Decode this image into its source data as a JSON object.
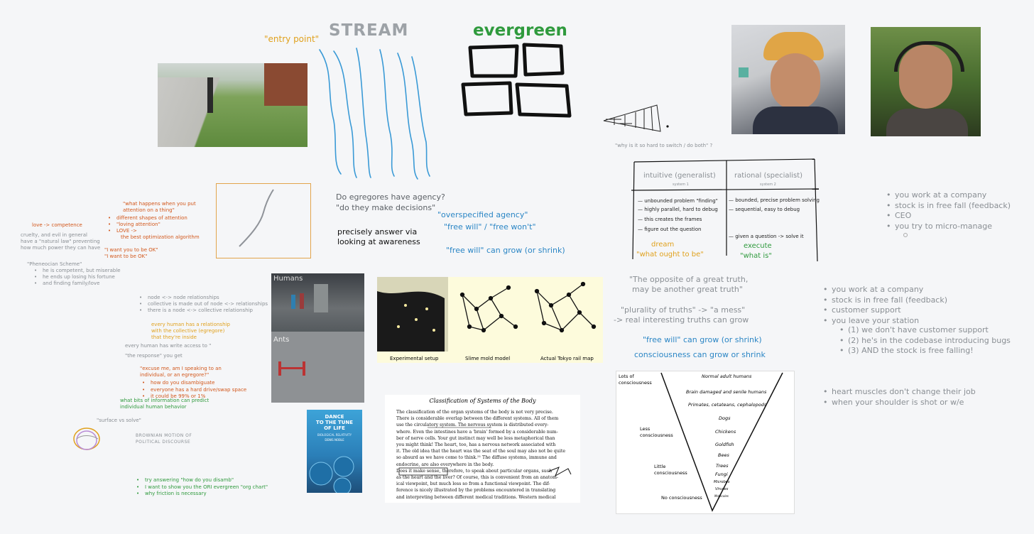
{
  "colors": {
    "background": "#f5f6f8",
    "orange": "#e0a11d",
    "dark_orange": "#d2571b",
    "green": "#2f9a3d",
    "blue": "#2b86c5",
    "grey": "#8a8f94"
  },
  "top": {
    "entry_point": "\"entry point\"",
    "stream": "STREAM",
    "evergreen": "evergreen",
    "why_switch": "\"why is it so hard to switch / do both\" ?"
  },
  "middle": {
    "egregores_q1": "Do egregores have agency?",
    "egregores_q2": "\"do they make decisions\"",
    "precisely_1": "precisely answer via",
    "precisely_2": "looking at awareness",
    "overspecified": "\"overspecified agency\"",
    "free_will": "\"free will\" / \"free won't\"",
    "free_will_grow": "\"free will\" can grow (or shrink)"
  },
  "table": {
    "col1_title": "intuitive (generalist)",
    "col1_sub": "system 1",
    "col2_title": "rational (specialist)",
    "col2_sub": "system 2",
    "col1_rows": [
      "unbounded problem \"finding\"",
      "highly parallel, hard to debug",
      "this creates the frames",
      "figure out the question"
    ],
    "col2_rows": [
      "bounded, precise problem solving",
      "sequential, easy to debug",
      "given a question -> solve it"
    ],
    "dream": "dream",
    "what_ought": "\"what ought to be\"",
    "execute": "execute",
    "what_is": "\"what is\""
  },
  "truths": {
    "line1": "\"The opposite of a great truth,",
    "line2": "may be another great truth\"",
    "plurality1": "\"plurality of truths\" -> \"a mess\"",
    "plurality2": "-> real interesting truths can grow",
    "free_will_grow": "\"free will\" can grow (or shrink)",
    "consciousness_grow": "consciousness can grow or shrink"
  },
  "right_list_1": [
    "you work at a company",
    "stock is in free fall (feedback)",
    "CEO",
    "you try to micro-manage"
  ],
  "right_list_2": [
    "you work at a company",
    "stock is in free fall (feedback)",
    "customer support",
    "you leave your station"
  ],
  "right_list_2_sub": [
    "(1) we don't have customer support",
    "(2) he's in the codebase introducing bugs",
    "(3) AND the stock is free falling!"
  ],
  "right_list_3": [
    "heart muscles don't change their job",
    "when your shoulder is shot or w/e"
  ],
  "left": {
    "what_happens_1": "\"what happens when you put",
    "what_happens_2": "attention on a thing\"",
    "attention_list": [
      "different shapes of attention",
      "\"loving attention\"",
      "LOVE ->"
    ],
    "best_opt": "the best optimization algorithm",
    "love_competence": "love -> competence",
    "cruelty_1": "cruelty, and evil in general",
    "cruelty_2": "have a \"natural law\" preventing",
    "cruelty_3": "how much power they can have",
    "want_ok_1": "\"I want you to be OK\"",
    "want_ok_2": "\"I want to be OK\"",
    "pheno_title": "\"Pheneocian Scheme\"",
    "pheno_list": [
      "he is competent, but miserable",
      "he ends up losing his fortune",
      "and finding family/love"
    ],
    "node_list": [
      "node <-> node relationships",
      "collective is made out of node <-> relationships",
      "there is a node <-> collective relationship"
    ],
    "every_human_1": "every human has a relationship",
    "every_human_2": "with the collective (egregore)",
    "every_human_3": "that they're inside",
    "write_access": "every human has write access to \"",
    "the_response": "\"the response\" you get",
    "excuse_1": "\"excuse me, am I speaking to an",
    "excuse_2": "individual, or an egregore?\"",
    "disamb_list": [
      "how do you disambiguate",
      "everyone has a hard drive/swap space",
      "it could be 99% or 1%"
    ],
    "bits_1": "what bits of information can predict",
    "bits_2": "individual human behavior",
    "surface": "\"surface vs solve\"",
    "brownian_1": "BROWNIAN MOTION OF",
    "brownian_2": "POLITICAL DISCOURSE",
    "try_list": [
      "try answering \"how do you disamb\"",
      "I want to show you the ORI evergreen \"org chart\"",
      "why friction is necessary"
    ]
  },
  "images": {
    "humans": "Humans",
    "ants": "Ants",
    "slime_caps": [
      "Experimental setup",
      "Slime mold model",
      "Actual Tokyo rail map"
    ],
    "book_title_1": "DANCE",
    "book_title_2": "TO THE TUNE",
    "book_title_3": "OF LIFE",
    "book_sub": "BIOLOGICAL RELATIVITY",
    "book_author": "DENIS NOBLE"
  },
  "document": {
    "title": "Classification of Systems of the Body",
    "lines": [
      "The classification of the organ systems of the body is not very precise.",
      "There is considerable overlap between the different systems. All of them",
      "use the circulatory system. The nervous system is distributed every-",
      "where. Even the intestines have a 'brain' formed by a considerable num-",
      "ber of nerve cells. Your gut instinct may well be less metaphorical than",
      "you might think! The heart, too, has a nervous network associated with",
      "it. The old idea that the heart was the seat of the soul may also not be quite",
      "so absurd as we have come to think.²¹ The diffuse systems, immune and",
      "endocrine, are also everywhere in the body.",
      "Does it make sense, therefore, to speak about particular organs, such",
      "as the heart and the liver? Of course, this is convenient from an anatom-",
      "ical viewpoint, but much less so from a functional viewpoint. The dif-",
      "ference is nicely illustrated by the problems encountered in translating",
      "and interpreting between different medical traditions. Western medical"
    ]
  },
  "consciousness_chart": {
    "levels": [
      "Lots of",
      "consciousness",
      "Less",
      "consciousness",
      "Little",
      "consciousness",
      "No consciousness"
    ],
    "items": [
      "Normal adult humans",
      "Brain damaged and senile humans",
      "Primates, cetateans, cephalopods",
      "Dogs",
      "Chickens",
      "Goldfish",
      "Bees",
      "Trees",
      "Fungi",
      "Microbes",
      "Viruses",
      "Molecules"
    ]
  }
}
